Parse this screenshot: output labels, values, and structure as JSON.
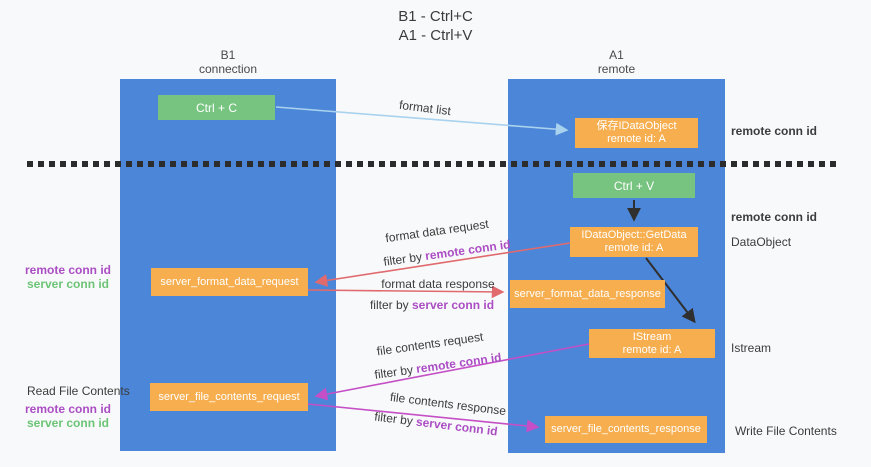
{
  "title": {
    "line1": "B1 - Ctrl+C",
    "line2": "A1 - Ctrl+V"
  },
  "columns": {
    "left": {
      "name": "B1",
      "role": "connection"
    },
    "right": {
      "name": "A1",
      "role": "remote"
    }
  },
  "nodes": {
    "ctrl_c": "Ctrl + C",
    "ctrl_v": "Ctrl + V",
    "saved_dataobject": {
      "line1": "保存IDataObject",
      "line2": "remote id: A"
    },
    "getdata": {
      "line1": "IDataObject::GetData",
      "line2": "remote id: A"
    },
    "istream": {
      "line1": "IStream",
      "line2": "remote id: A"
    },
    "server_format_data_request": "server_format_data_request",
    "server_format_data_response": "server_format_data_response",
    "server_file_contents_request": "server_file_contents_request",
    "server_file_contents_response": "server_file_contents_response"
  },
  "flow_labels": {
    "format_list": "format list",
    "format_data_request": "format data request",
    "format_data_response": "format data response",
    "file_contents_request": "file contents request",
    "file_contents_response": "file contents response",
    "filter_by": "filter by ",
    "remote_conn_id": "remote conn id",
    "server_conn_id": "server conn id"
  },
  "side_labels": {
    "remote_conn_id_right_top": "remote conn id",
    "remote_conn_id_right_mid": "remote conn id",
    "dataobject": "DataObject",
    "istream": "Istream",
    "write_file_contents": "Write File Contents",
    "read_file_contents": "Read File Contents",
    "remote_conn_id_left_top": "remote conn id",
    "server_conn_id_left_top": "server conn id",
    "remote_conn_id_left_bottom": "remote conn id",
    "server_conn_id_left_bottom": "server conn id"
  },
  "colors": {
    "lane_blue": "#4c86d8",
    "node_green": "#76c47f",
    "node_orange": "#f6ae4f",
    "arrow_red": "#e06a6e",
    "arrow_magenta": "#c44fc6",
    "arrow_light_blue": "#a9d2ee",
    "arrow_black": "#2f2f2f",
    "label_purple": "#ab4ec4",
    "label_green": "#6cc476"
  }
}
